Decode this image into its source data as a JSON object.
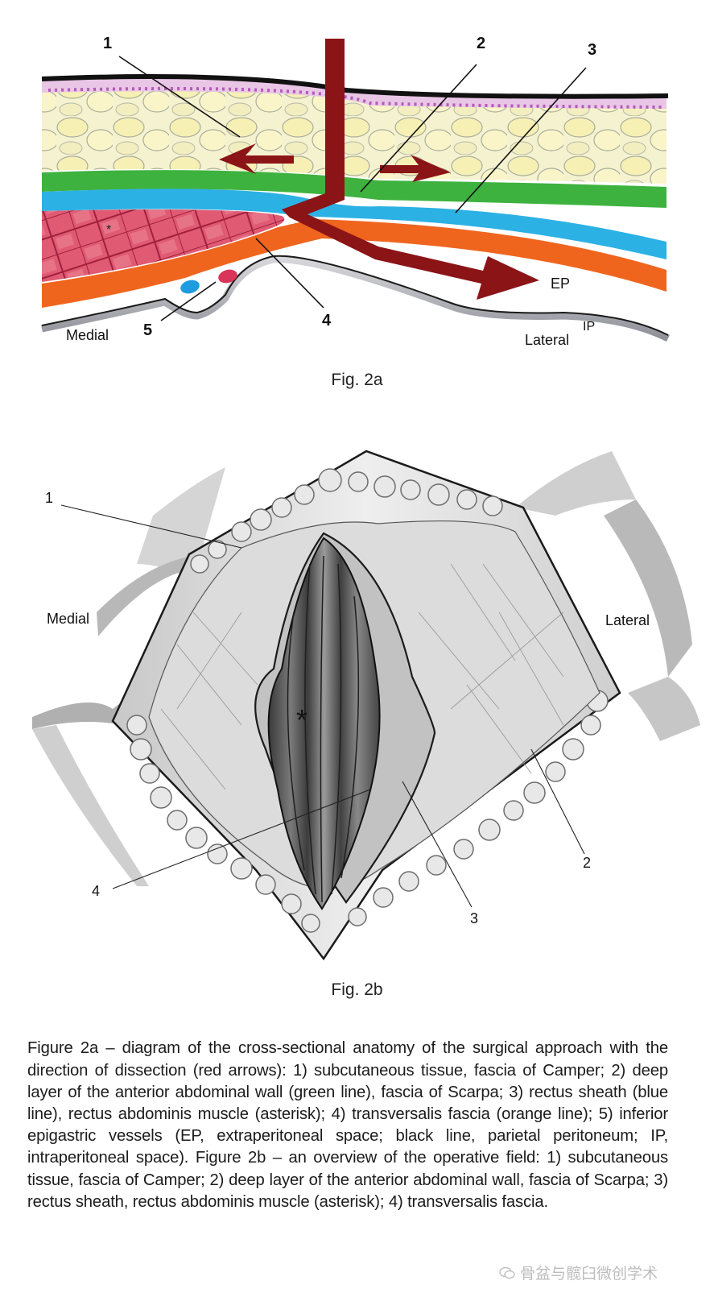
{
  "figure_2a": {
    "label": "Fig. 2a",
    "callouts": [
      "1",
      "2",
      "3",
      "4",
      "5"
    ],
    "side_labels": {
      "medial": "Medial",
      "lateral": "Lateral"
    },
    "space_labels": {
      "ep": "EP",
      "ip": "IP"
    },
    "asterisk": "*",
    "layers": [
      {
        "name": "skin",
        "color": "#111111"
      },
      {
        "name": "dermis",
        "color": "#c46fc4"
      },
      {
        "name": "subcutaneous-fat",
        "color": "#f3efc4"
      },
      {
        "name": "scarpa-fascia",
        "color": "#3db33d"
      },
      {
        "name": "rectus-sheath",
        "color": "#2bb0e6"
      },
      {
        "name": "rectus-muscle",
        "color": "#d9425e"
      },
      {
        "name": "transversalis-fascia",
        "color": "#f0651e"
      },
      {
        "name": "parietal-peritoneum",
        "color": "#222222"
      }
    ],
    "arrow_color": "#8b1417",
    "vessel_colors": {
      "vein": "#1f9be0",
      "artery": "#d9355a"
    }
  },
  "figure_2b": {
    "label": "Fig. 2b",
    "callouts": [
      "1",
      "2",
      "3",
      "4"
    ],
    "side_labels": {
      "medial": "Medial",
      "lateral": "Lateral"
    },
    "asterisk": "*"
  },
  "caption": {
    "text": "Figure 2a – diagram of the cross-sectional anatomy of the surgical approach with the direction of dissection (red arrows): 1) subcutaneous tissue, fascia of Camper; 2) deep layer of the anterior abdominal wall (green line), fascia of Scarpa; 3) rectus sheath (blue line), rectus abdominis muscle (asterisk); 4) transversalis fascia (orange line); 5) inferior epigastric vessels (EP, extraperitoneal space; black line, parietal peritoneum; IP, intraperitoneal space). Figure 2b – an overview of the operative field: 1) subcutaneous tissue, fascia of Camper; 2) deep layer of the anterior abdominal wall, fascia of Scarpa; 3) rectus sheath, rectus abdominis muscle (asterisk); 4) transversalis fascia."
  },
  "watermark": {
    "text": "骨盆与髋臼微创学术",
    "icon": "wechat-icon"
  }
}
